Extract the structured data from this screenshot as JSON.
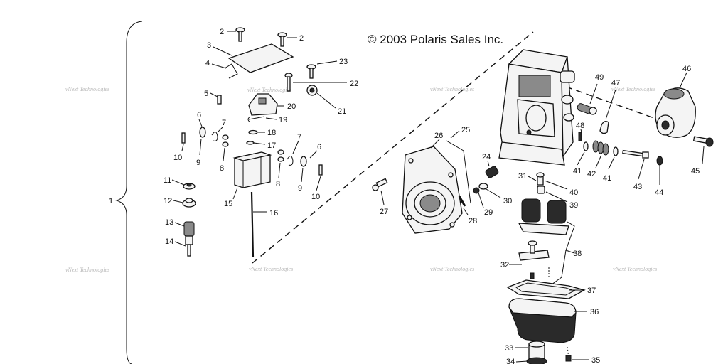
{
  "copyright": "© 2003 Polaris Sales Inc.",
  "watermark": "vNext Technologies",
  "part_numbers": {
    "p1": "1",
    "p2a": "2",
    "p2b": "2",
    "p3": "3",
    "p4": "4",
    "p5": "5",
    "p6a": "6",
    "p6b": "6",
    "p7a": "7",
    "p7b": "7",
    "p8a": "8",
    "p8b": "8",
    "p9a": "9",
    "p9b": "9",
    "p10a": "10",
    "p10b": "10",
    "p11": "11",
    "p12": "12",
    "p13": "13",
    "p14": "14",
    "p15": "15",
    "p16": "16",
    "p17": "17",
    "p18": "18",
    "p19": "19",
    "p20": "20",
    "p21": "21",
    "p22": "22",
    "p23": "23",
    "p24": "24",
    "p25": "25",
    "p26": "26",
    "p27": "27",
    "p28": "28",
    "p29": "29",
    "p30": "30",
    "p31": "31",
    "p32": "32",
    "p33": "33",
    "p34": "34",
    "p35": "35",
    "p36": "36",
    "p37": "37",
    "p38": "38",
    "p39": "39",
    "p40": "40",
    "p41a": "41",
    "p41b": "41",
    "p42": "42",
    "p43": "43",
    "p44": "44",
    "p45": "45",
    "p46": "46",
    "p47": "47",
    "p48": "48",
    "p49": "49"
  }
}
